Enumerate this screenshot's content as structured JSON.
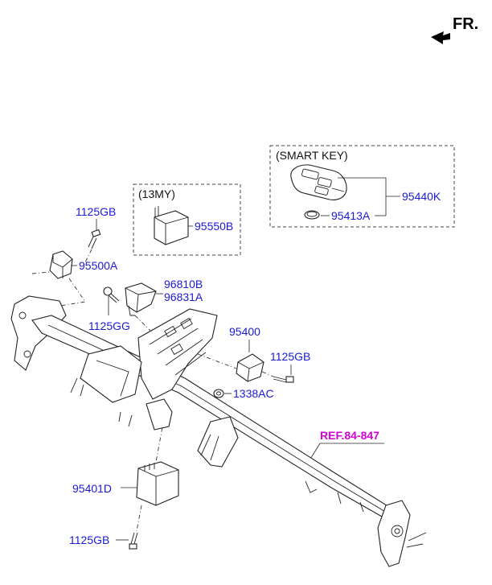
{
  "orientation": {
    "label": "FR."
  },
  "groups": {
    "smart_key": "(SMART KEY)",
    "my13": "(13MY)"
  },
  "parts": {
    "p95440K": "95440K",
    "p95413A": "95413A",
    "p95550B": "95550B",
    "p1125GB_top": "1125GB",
    "p95500A": "95500A",
    "p96810B": "96810B",
    "p96831A": "96831A",
    "p1125GG": "1125GG",
    "p95400": "95400",
    "p1125GB_mid": "1125GB",
    "p1338AC": "1338AC",
    "ref": "REF.84-847",
    "p95401D": "95401D",
    "p1125GB_bot": "1125GB"
  },
  "colors": {
    "label": "#1a1ad6",
    "reference": "#d400d4",
    "line": "#222222"
  }
}
